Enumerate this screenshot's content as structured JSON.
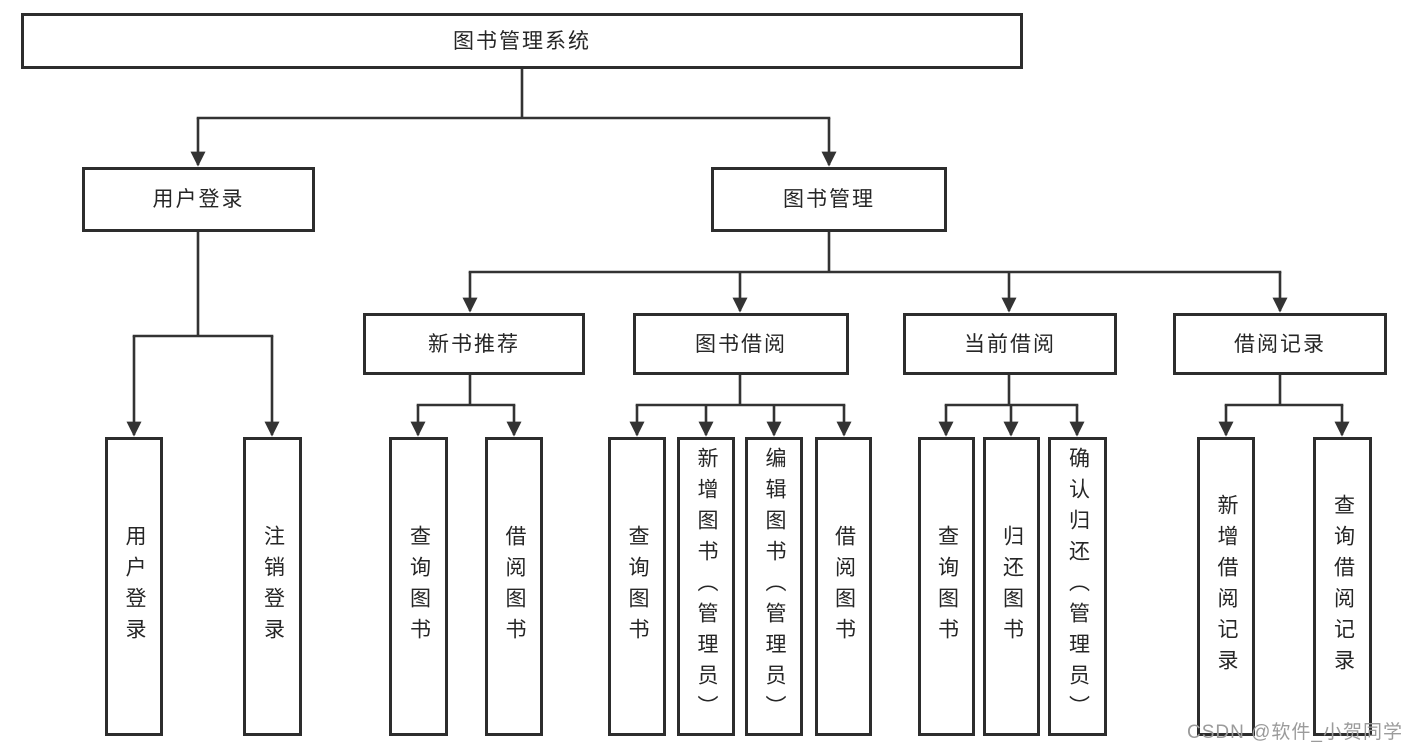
{
  "tree": {
    "root": "图书管理系统",
    "user_branch": {
      "label": "用户登录",
      "children": [
        "用户登录",
        "注销登录"
      ]
    },
    "mgmt_branch": {
      "label": "图书管理",
      "groups": [
        {
          "label": "新书推荐",
          "children": [
            "查询图书",
            "借阅图书"
          ]
        },
        {
          "label": "图书借阅",
          "children": [
            "查询图书",
            "新增图书（管理员）",
            "编辑图书（管理员）",
            "借阅图书"
          ]
        },
        {
          "label": "当前借阅",
          "children": [
            "查询图书",
            "归还图书",
            "确认归还（管理员）"
          ]
        },
        {
          "label": "借阅记录",
          "children": [
            "新增借阅记录",
            "查询借阅记录"
          ]
        }
      ]
    }
  },
  "watermark": "CSDN @软件_小贺同学",
  "colors": {
    "line": "#333333",
    "box_border": "#2d2d2d",
    "box_fill": "#ffffff",
    "text": "#262626",
    "watermark": "#9b9b9b",
    "background": "#ffffff"
  }
}
